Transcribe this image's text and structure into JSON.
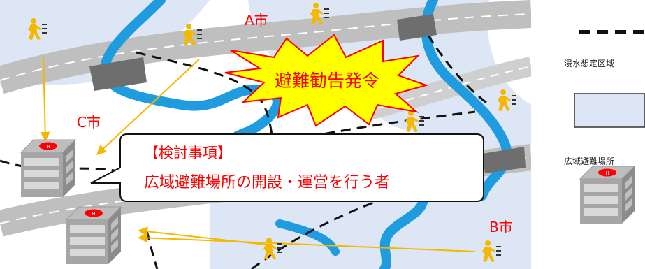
{
  "map": {
    "city_a": "A市",
    "city_b": "B市",
    "city_c": "C市",
    "burst_label": "避難勧告発令",
    "callout_title": "【検討事項】",
    "callout_body": "広域避難場所の開設・運営を行う者"
  },
  "legend": {
    "flood_area_label": "浸水想定区域",
    "evacuation_site_label": "広域避難場所",
    "boundary_icon": "dashed-line-icon",
    "flood_icon": "light-blue-rectangle-icon",
    "building_icon": "building-with-helipad-icon"
  },
  "colors": {
    "flood_area": "#dde6f5",
    "river": "#1f9be0",
    "road": "#bfbfbf",
    "burst_fill": "#ffff00",
    "burst_text": "#ff0000",
    "person": "#f5b800",
    "arrow": "#f5b800",
    "heliport": "#ff0000"
  }
}
